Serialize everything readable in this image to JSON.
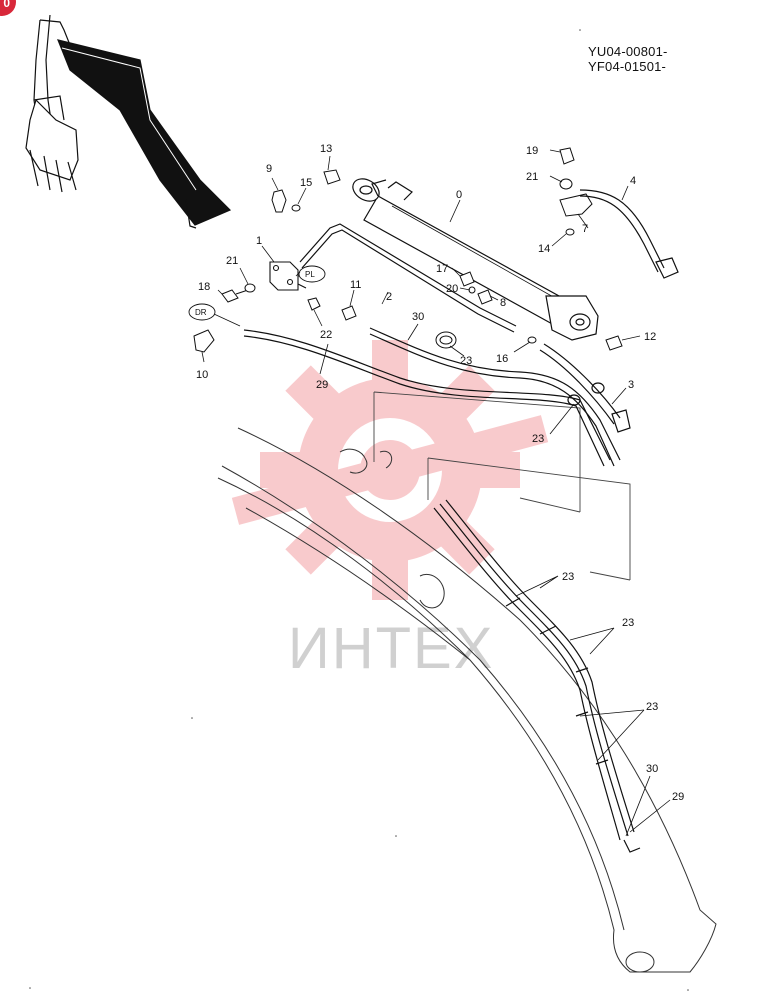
{
  "corner_badge": "0",
  "serials": [
    "YU04-00801-",
    "YF04-01501-"
  ],
  "watermark": {
    "text": "ИНТЕХ",
    "color": "#f4a0a4"
  },
  "callouts": [
    {
      "id": "c0",
      "text": "0"
    },
    {
      "id": "c1",
      "text": "1"
    },
    {
      "id": "c2",
      "text": "2"
    },
    {
      "id": "c3",
      "text": "3"
    },
    {
      "id": "c4",
      "text": "4"
    },
    {
      "id": "c7",
      "text": "7"
    },
    {
      "id": "c8",
      "text": "8"
    },
    {
      "id": "c9",
      "text": "9"
    },
    {
      "id": "c10",
      "text": "10"
    },
    {
      "id": "c11",
      "text": "11"
    },
    {
      "id": "c12",
      "text": "12"
    },
    {
      "id": "c13",
      "text": "13"
    },
    {
      "id": "c14",
      "text": "14"
    },
    {
      "id": "c15",
      "text": "15"
    },
    {
      "id": "c16",
      "text": "16"
    },
    {
      "id": "c17",
      "text": "17"
    },
    {
      "id": "c18",
      "text": "18"
    },
    {
      "id": "c19",
      "text": "19"
    },
    {
      "id": "c20",
      "text": "20"
    },
    {
      "id": "c21a",
      "text": "21"
    },
    {
      "id": "c21b",
      "text": "21"
    },
    {
      "id": "c22",
      "text": "22"
    },
    {
      "id": "c23a",
      "text": "23"
    },
    {
      "id": "c23b",
      "text": "23"
    },
    {
      "id": "c23c",
      "text": "23"
    },
    {
      "id": "c23d",
      "text": "23"
    },
    {
      "id": "c23e",
      "text": "23"
    },
    {
      "id": "c29a",
      "text": "29"
    },
    {
      "id": "c29b",
      "text": "29"
    },
    {
      "id": "c30a",
      "text": "30"
    },
    {
      "id": "c30b",
      "text": "30"
    }
  ],
  "port_tags": [
    {
      "id": "pl",
      "text": "PL"
    },
    {
      "id": "dr",
      "text": "DR"
    }
  ]
}
